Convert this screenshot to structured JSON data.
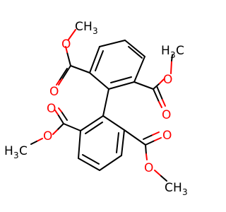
{
  "molecule": {
    "colors": {
      "bond": "#000000",
      "oxygen": "#ff0000",
      "carbon_label": "#000000",
      "background": "#ffffff"
    },
    "labels": {
      "o1": "O",
      "o2": "O",
      "o3": "O",
      "o4": "O",
      "o5": "O",
      "o6": "O",
      "o7": "O",
      "o8": "O",
      "ch3_top_c": "C",
      "ch3_top_h": "H",
      "ch3_top_sub": "3",
      "ch3_right_h": "H",
      "ch3_right_sub": "3",
      "ch3_right_c": "C",
      "ch3_left_h": "H",
      "ch3_left_sub": "3",
      "ch3_left_c": "C",
      "ch3_bottom_c": "C",
      "ch3_bottom_h": "H",
      "ch3_bottom_sub": "3"
    }
  }
}
